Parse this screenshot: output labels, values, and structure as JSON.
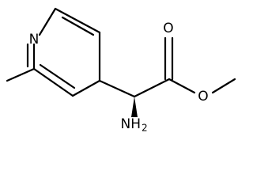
{
  "molecule": {
    "atoms": {
      "ring_nitrogen": "N",
      "ester_carbonyl_oxygen": "O",
      "ester_ether_oxygen": "O",
      "amine_symbol": "NH",
      "amine_subscript": "2"
    },
    "colors": {
      "bond": "#000000",
      "label": "#000000",
      "background": "#ffffff"
    }
  }
}
